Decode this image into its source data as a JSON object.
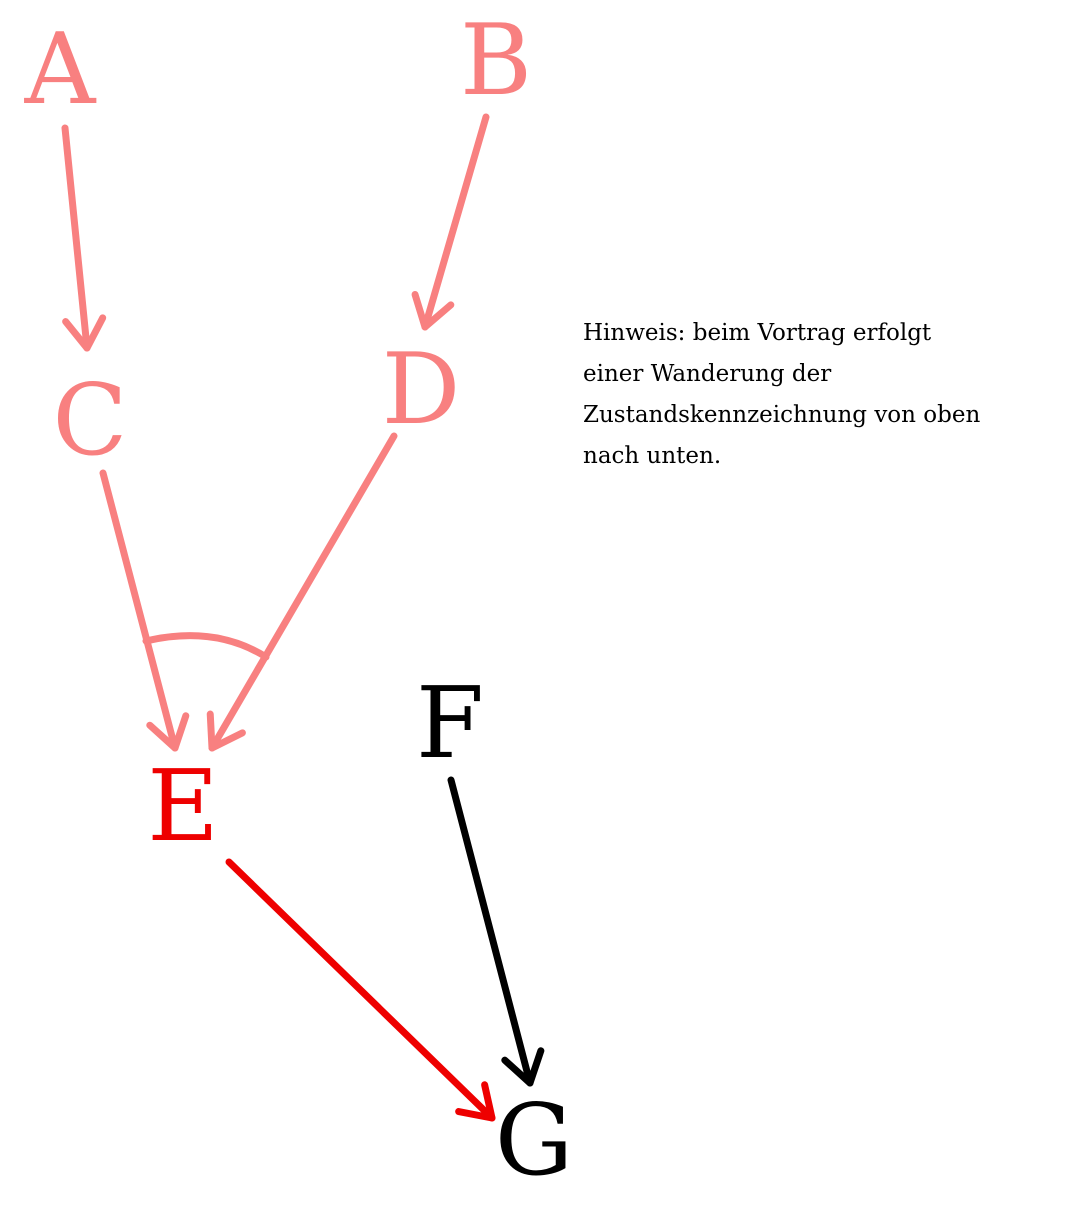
{
  "colors": {
    "faded": "#f88080",
    "active": "#ee0000",
    "black": "#000000"
  },
  "nodes": [
    {
      "id": "A",
      "label": "A",
      "state": "faded"
    },
    {
      "id": "B",
      "label": "B",
      "state": "faded"
    },
    {
      "id": "C",
      "label": "C",
      "state": "faded"
    },
    {
      "id": "D",
      "label": "D",
      "state": "faded"
    },
    {
      "id": "E",
      "label": "E",
      "state": "active"
    },
    {
      "id": "F",
      "label": "F",
      "state": "black"
    },
    {
      "id": "G",
      "label": "G",
      "state": "black"
    }
  ],
  "edges": [
    {
      "from": "A",
      "to": "C",
      "state": "faded"
    },
    {
      "from": "B",
      "to": "D",
      "state": "faded"
    },
    {
      "from": "C",
      "to": "E",
      "state": "faded"
    },
    {
      "from": "D",
      "to": "E",
      "state": "faded"
    },
    {
      "from": "E",
      "to": "G",
      "state": "active"
    },
    {
      "from": "F",
      "to": "G",
      "state": "black"
    }
  ],
  "join_arc": {
    "edges": [
      "C-E",
      "D-E"
    ],
    "state": "faded"
  },
  "note": {
    "lines": [
      "Hinweis: beim Vortrag erfolgt",
      "einer Wanderung der",
      "Zustandskennzeichnung von oben",
      "nach unten."
    ]
  }
}
